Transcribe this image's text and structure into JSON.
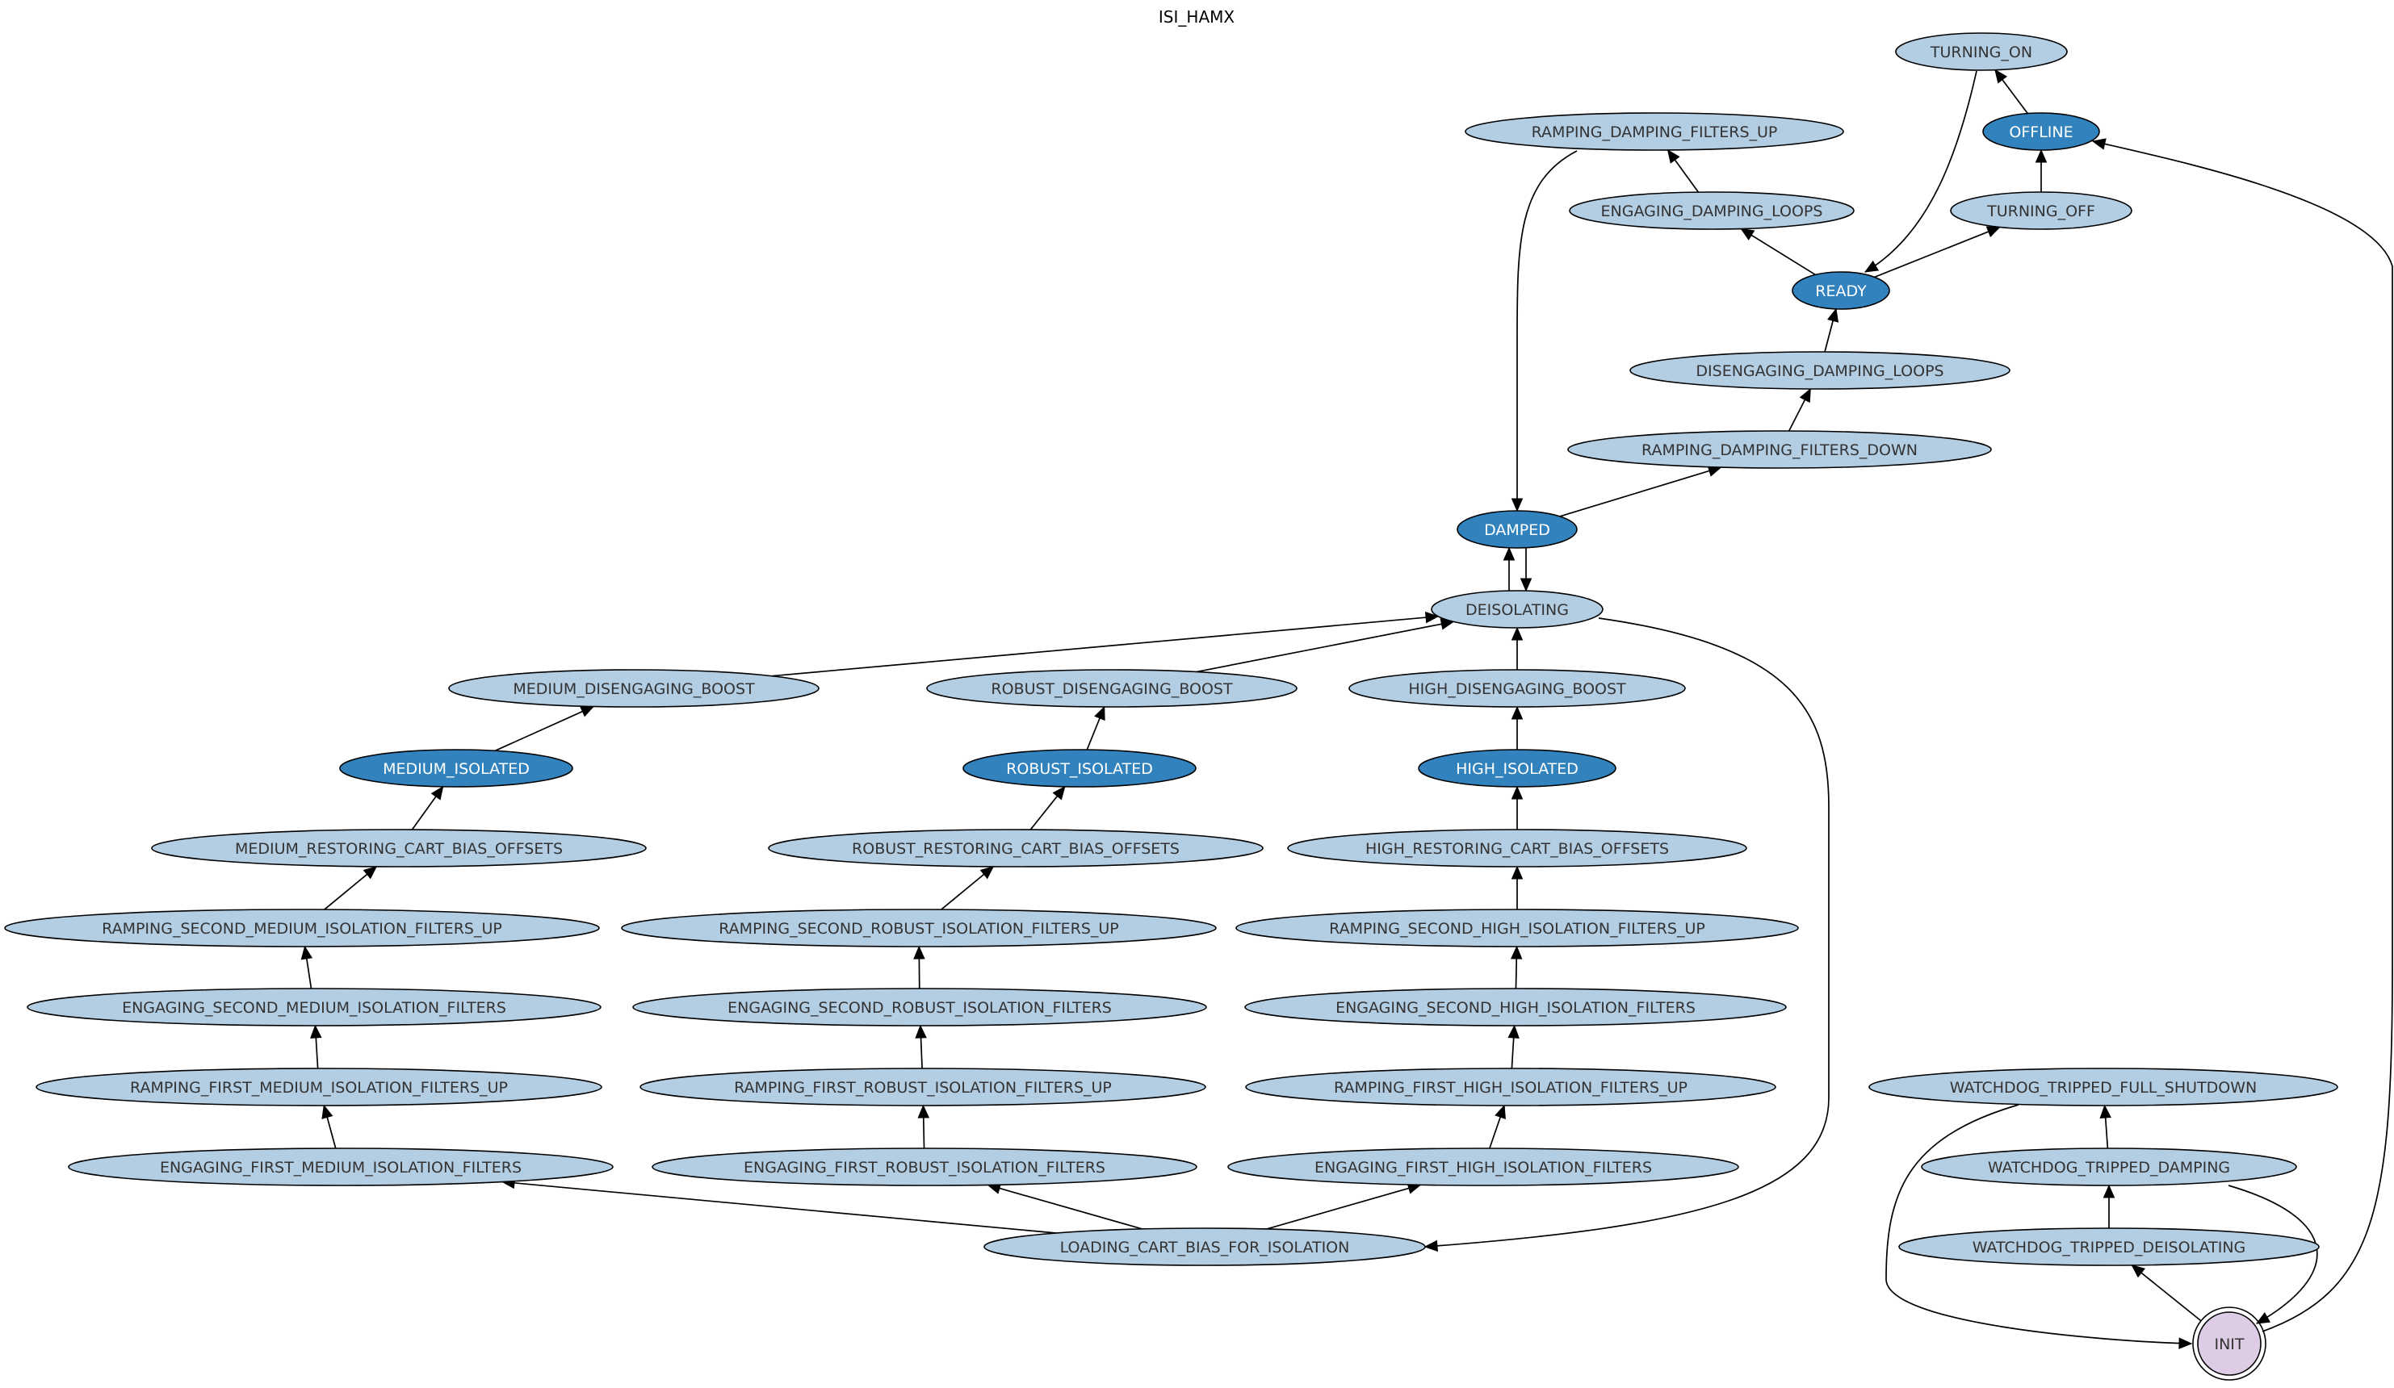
{
  "title": "ISI_HAMX",
  "colors": {
    "state": "#b3cde3",
    "request": "#3182bd",
    "init": "#decbe4",
    "text_dark": "#333333",
    "text_light": "#ffffff",
    "edge": "#000000"
  },
  "legend_kinds": {
    "state": "light blue ellipse",
    "request": "dark blue ellipse (requestable state)",
    "init": "double-circle initial state"
  },
  "nodes": [
    {
      "id": "TURNING_ON",
      "label": "TURNING_ON",
      "kind": "state"
    },
    {
      "id": "OFFLINE",
      "label": "OFFLINE",
      "kind": "request"
    },
    {
      "id": "RAMPING_DAMPING_FILTERS_UP",
      "label": "RAMPING_DAMPING_FILTERS_UP",
      "kind": "state"
    },
    {
      "id": "ENGAGING_DAMPING_LOOPS",
      "label": "ENGAGING_DAMPING_LOOPS",
      "kind": "state"
    },
    {
      "id": "TURNING_OFF",
      "label": "TURNING_OFF",
      "kind": "state"
    },
    {
      "id": "READY",
      "label": "READY",
      "kind": "request"
    },
    {
      "id": "DISENGAGING_DAMPING_LOOPS",
      "label": "DISENGAGING_DAMPING_LOOPS",
      "kind": "state"
    },
    {
      "id": "RAMPING_DAMPING_FILTERS_DOWN",
      "label": "RAMPING_DAMPING_FILTERS_DOWN",
      "kind": "state"
    },
    {
      "id": "DAMPED",
      "label": "DAMPED",
      "kind": "request"
    },
    {
      "id": "DEISOLATING",
      "label": "DEISOLATING",
      "kind": "state"
    },
    {
      "id": "MEDIUM_DISENGAGING_BOOST",
      "label": "MEDIUM_DISENGAGING_BOOST",
      "kind": "state"
    },
    {
      "id": "ROBUST_DISENGAGING_BOOST",
      "label": "ROBUST_DISENGAGING_BOOST",
      "kind": "state"
    },
    {
      "id": "HIGH_DISENGAGING_BOOST",
      "label": "HIGH_DISENGAGING_BOOST",
      "kind": "state"
    },
    {
      "id": "MEDIUM_ISOLATED",
      "label": "MEDIUM_ISOLATED",
      "kind": "request"
    },
    {
      "id": "ROBUST_ISOLATED",
      "label": "ROBUST_ISOLATED",
      "kind": "request"
    },
    {
      "id": "HIGH_ISOLATED",
      "label": "HIGH_ISOLATED",
      "kind": "request"
    },
    {
      "id": "MEDIUM_RESTORING_CART_BIAS_OFFSETS",
      "label": "MEDIUM_RESTORING_CART_BIAS_OFFSETS",
      "kind": "state"
    },
    {
      "id": "ROBUST_RESTORING_CART_BIAS_OFFSETS",
      "label": "ROBUST_RESTORING_CART_BIAS_OFFSETS",
      "kind": "state"
    },
    {
      "id": "HIGH_RESTORING_CART_BIAS_OFFSETS",
      "label": "HIGH_RESTORING_CART_BIAS_OFFSETS",
      "kind": "state"
    },
    {
      "id": "RAMPING_SECOND_MEDIUM_ISOLATION_FILTERS_UP",
      "label": "RAMPING_SECOND_MEDIUM_ISOLATION_FILTERS_UP",
      "kind": "state"
    },
    {
      "id": "RAMPING_SECOND_ROBUST_ISOLATION_FILTERS_UP",
      "label": "RAMPING_SECOND_ROBUST_ISOLATION_FILTERS_UP",
      "kind": "state"
    },
    {
      "id": "RAMPING_SECOND_HIGH_ISOLATION_FILTERS_UP",
      "label": "RAMPING_SECOND_HIGH_ISOLATION_FILTERS_UP",
      "kind": "state"
    },
    {
      "id": "ENGAGING_SECOND_MEDIUM_ISOLATION_FILTERS",
      "label": "ENGAGING_SECOND_MEDIUM_ISOLATION_FILTERS",
      "kind": "state"
    },
    {
      "id": "ENGAGING_SECOND_ROBUST_ISOLATION_FILTERS",
      "label": "ENGAGING_SECOND_ROBUST_ISOLATION_FILTERS",
      "kind": "state"
    },
    {
      "id": "ENGAGING_SECOND_HIGH_ISOLATION_FILTERS",
      "label": "ENGAGING_SECOND_HIGH_ISOLATION_FILTERS",
      "kind": "state"
    },
    {
      "id": "RAMPING_FIRST_MEDIUM_ISOLATION_FILTERS_UP",
      "label": "RAMPING_FIRST_MEDIUM_ISOLATION_FILTERS_UP",
      "kind": "state"
    },
    {
      "id": "RAMPING_FIRST_ROBUST_ISOLATION_FILTERS_UP",
      "label": "RAMPING_FIRST_ROBUST_ISOLATION_FILTERS_UP",
      "kind": "state"
    },
    {
      "id": "RAMPING_FIRST_HIGH_ISOLATION_FILTERS_UP",
      "label": "RAMPING_FIRST_HIGH_ISOLATION_FILTERS_UP",
      "kind": "state"
    },
    {
      "id": "WATCHDOG_TRIPPED_FULL_SHUTDOWN",
      "label": "WATCHDOG_TRIPPED_FULL_SHUTDOWN",
      "kind": "state"
    },
    {
      "id": "ENGAGING_FIRST_MEDIUM_ISOLATION_FILTERS",
      "label": "ENGAGING_FIRST_MEDIUM_ISOLATION_FILTERS",
      "kind": "state"
    },
    {
      "id": "ENGAGING_FIRST_ROBUST_ISOLATION_FILTERS",
      "label": "ENGAGING_FIRST_ROBUST_ISOLATION_FILTERS",
      "kind": "state"
    },
    {
      "id": "ENGAGING_FIRST_HIGH_ISOLATION_FILTERS",
      "label": "ENGAGING_FIRST_HIGH_ISOLATION_FILTERS",
      "kind": "state"
    },
    {
      "id": "WATCHDOG_TRIPPED_DAMPING",
      "label": "WATCHDOG_TRIPPED_DAMPING",
      "kind": "state"
    },
    {
      "id": "LOADING_CART_BIAS_FOR_ISOLATION",
      "label": "LOADING_CART_BIAS_FOR_ISOLATION",
      "kind": "state"
    },
    {
      "id": "WATCHDOG_TRIPPED_DEISOLATING",
      "label": "WATCHDOG_TRIPPED_DEISOLATING",
      "kind": "state"
    },
    {
      "id": "INIT",
      "label": "INIT",
      "kind": "init"
    }
  ],
  "edges": [
    {
      "from": "OFFLINE",
      "to": "TURNING_ON"
    },
    {
      "from": "TURNING_ON",
      "to": "READY"
    },
    {
      "from": "TURNING_OFF",
      "to": "OFFLINE"
    },
    {
      "from": "READY",
      "to": "TURNING_OFF"
    },
    {
      "from": "READY",
      "to": "ENGAGING_DAMPING_LOOPS"
    },
    {
      "from": "ENGAGING_DAMPING_LOOPS",
      "to": "RAMPING_DAMPING_FILTERS_UP"
    },
    {
      "from": "RAMPING_DAMPING_FILTERS_UP",
      "to": "DAMPED"
    },
    {
      "from": "DISENGAGING_DAMPING_LOOPS",
      "to": "READY"
    },
    {
      "from": "RAMPING_DAMPING_FILTERS_DOWN",
      "to": "DISENGAGING_DAMPING_LOOPS"
    },
    {
      "from": "DAMPED",
      "to": "RAMPING_DAMPING_FILTERS_DOWN"
    },
    {
      "from": "DAMPED",
      "to": "DEISOLATING"
    },
    {
      "from": "DEISOLATING",
      "to": "DAMPED"
    },
    {
      "from": "MEDIUM_DISENGAGING_BOOST",
      "to": "DEISOLATING"
    },
    {
      "from": "ROBUST_DISENGAGING_BOOST",
      "to": "DEISOLATING"
    },
    {
      "from": "HIGH_DISENGAGING_BOOST",
      "to": "DEISOLATING"
    },
    {
      "from": "DEISOLATING",
      "to": "LOADING_CART_BIAS_FOR_ISOLATION"
    },
    {
      "from": "MEDIUM_ISOLATED",
      "to": "MEDIUM_DISENGAGING_BOOST"
    },
    {
      "from": "ROBUST_ISOLATED",
      "to": "ROBUST_DISENGAGING_BOOST"
    },
    {
      "from": "HIGH_ISOLATED",
      "to": "HIGH_DISENGAGING_BOOST"
    },
    {
      "from": "MEDIUM_RESTORING_CART_BIAS_OFFSETS",
      "to": "MEDIUM_ISOLATED"
    },
    {
      "from": "ROBUST_RESTORING_CART_BIAS_OFFSETS",
      "to": "ROBUST_ISOLATED"
    },
    {
      "from": "HIGH_RESTORING_CART_BIAS_OFFSETS",
      "to": "HIGH_ISOLATED"
    },
    {
      "from": "RAMPING_SECOND_MEDIUM_ISOLATION_FILTERS_UP",
      "to": "MEDIUM_RESTORING_CART_BIAS_OFFSETS"
    },
    {
      "from": "RAMPING_SECOND_ROBUST_ISOLATION_FILTERS_UP",
      "to": "ROBUST_RESTORING_CART_BIAS_OFFSETS"
    },
    {
      "from": "RAMPING_SECOND_HIGH_ISOLATION_FILTERS_UP",
      "to": "HIGH_RESTORING_CART_BIAS_OFFSETS"
    },
    {
      "from": "ENGAGING_SECOND_MEDIUM_ISOLATION_FILTERS",
      "to": "RAMPING_SECOND_MEDIUM_ISOLATION_FILTERS_UP"
    },
    {
      "from": "ENGAGING_SECOND_ROBUST_ISOLATION_FILTERS",
      "to": "RAMPING_SECOND_ROBUST_ISOLATION_FILTERS_UP"
    },
    {
      "from": "ENGAGING_SECOND_HIGH_ISOLATION_FILTERS",
      "to": "RAMPING_SECOND_HIGH_ISOLATION_FILTERS_UP"
    },
    {
      "from": "RAMPING_FIRST_MEDIUM_ISOLATION_FILTERS_UP",
      "to": "ENGAGING_SECOND_MEDIUM_ISOLATION_FILTERS"
    },
    {
      "from": "RAMPING_FIRST_ROBUST_ISOLATION_FILTERS_UP",
      "to": "ENGAGING_SECOND_ROBUST_ISOLATION_FILTERS"
    },
    {
      "from": "RAMPING_FIRST_HIGH_ISOLATION_FILTERS_UP",
      "to": "ENGAGING_SECOND_HIGH_ISOLATION_FILTERS"
    },
    {
      "from": "ENGAGING_FIRST_MEDIUM_ISOLATION_FILTERS",
      "to": "RAMPING_FIRST_MEDIUM_ISOLATION_FILTERS_UP"
    },
    {
      "from": "ENGAGING_FIRST_ROBUST_ISOLATION_FILTERS",
      "to": "RAMPING_FIRST_ROBUST_ISOLATION_FILTERS_UP"
    },
    {
      "from": "ENGAGING_FIRST_HIGH_ISOLATION_FILTERS",
      "to": "RAMPING_FIRST_HIGH_ISOLATION_FILTERS_UP"
    },
    {
      "from": "LOADING_CART_BIAS_FOR_ISOLATION",
      "to": "ENGAGING_FIRST_MEDIUM_ISOLATION_FILTERS"
    },
    {
      "from": "LOADING_CART_BIAS_FOR_ISOLATION",
      "to": "ENGAGING_FIRST_ROBUST_ISOLATION_FILTERS"
    },
    {
      "from": "LOADING_CART_BIAS_FOR_ISOLATION",
      "to": "ENGAGING_FIRST_HIGH_ISOLATION_FILTERS"
    },
    {
      "from": "WATCHDOG_TRIPPED_DAMPING",
      "to": "WATCHDOG_TRIPPED_FULL_SHUTDOWN"
    },
    {
      "from": "WATCHDOG_TRIPPED_DEISOLATING",
      "to": "WATCHDOG_TRIPPED_DAMPING"
    },
    {
      "from": "INIT",
      "to": "WATCHDOG_TRIPPED_DEISOLATING"
    },
    {
      "from": "WATCHDOG_TRIPPED_FULL_SHUTDOWN",
      "to": "INIT"
    },
    {
      "from": "WATCHDOG_TRIPPED_DAMPING",
      "to": "INIT"
    },
    {
      "from": "INIT",
      "to": "OFFLINE"
    }
  ]
}
